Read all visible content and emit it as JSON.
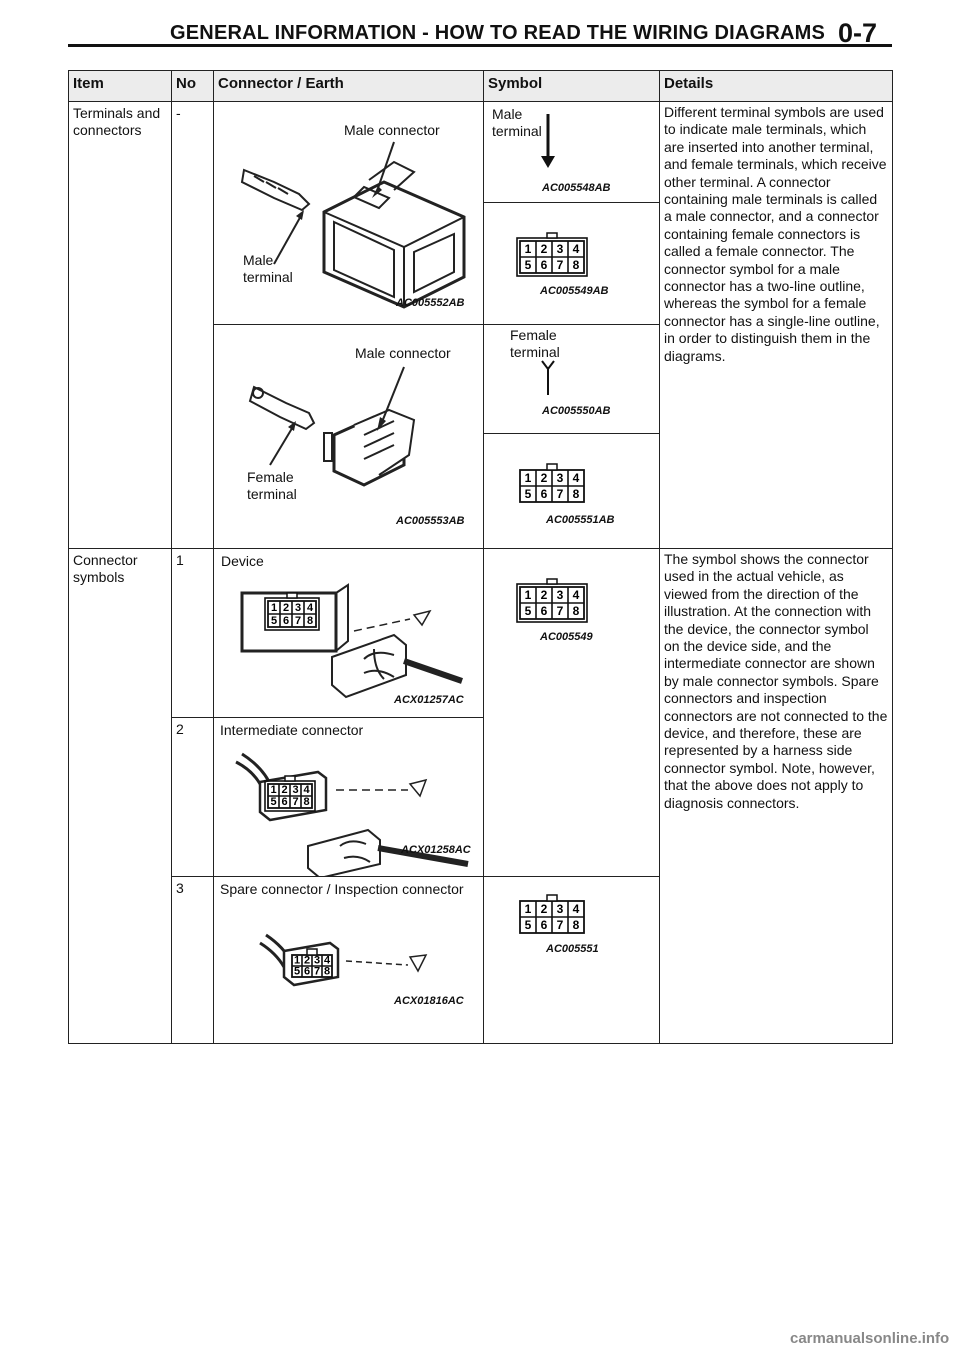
{
  "header": {
    "title": "GENERAL INFORMATION - HOW TO READ THE WIRING DIAGRAMS",
    "page": "0-7"
  },
  "table": {
    "columns": [
      "Item",
      "No",
      "Connector / Earth",
      "Symbol",
      "Details"
    ],
    "rows": [
      {
        "item": "Terminals and connectors",
        "no": "-",
        "details": "Different terminal symbols are used to indicate male terminals, which are inserted into another terminal, and female terminals, which receive other terminal. A connector containing male terminals is called a male connector, and a connector containing female connectors is called a female connector. The connector symbol for a male connector has a two-line outline, whereas the symbol for a female connector has a single-line outline, in order to distinguish them in the diagrams.",
        "illus1": {
          "label_connector": "Male connector",
          "label_terminal": "Male terminal",
          "code": "AC005552AB"
        },
        "illus2": {
          "label_connector": "Male connector",
          "label_terminal": "Female terminal",
          "code": "AC005553AB"
        },
        "sym1": {
          "label": "Male terminal",
          "code": "AC005548AB"
        },
        "sym2": {
          "code": "AC005549AB"
        },
        "sym3": {
          "label": "Female terminal",
          "code": "AC005550AB"
        },
        "sym4": {
          "code": "AC005551AB"
        }
      },
      {
        "item": "Connector symbols",
        "details": "The symbol shows the connector used in the actual vehicle, as viewed from the direction of the illustration. At the connection with the device, the connector symbol on the device side, and the intermediate connector are shown by male connector symbols. Spare connectors and inspection connectors are not connected to the device, and therefore, these are represented by a harness side connector symbol. Note, however, that the above does not apply to diagnosis connectors.",
        "sub": [
          {
            "no": "1",
            "label": "Device",
            "code": "ACX01257AC",
            "sym_code": "AC005549"
          },
          {
            "no": "2",
            "label": "Intermediate connector",
            "code": "ACX01258AC"
          },
          {
            "no": "3",
            "label": "Spare connector / Inspection connector",
            "code": "ACX01816AC",
            "sym_code": "AC005551"
          }
        ]
      }
    ]
  },
  "pin_numbers": [
    "1",
    "2",
    "3",
    "4",
    "5",
    "6",
    "7",
    "8"
  ],
  "footer": "carmanualsonline.info"
}
